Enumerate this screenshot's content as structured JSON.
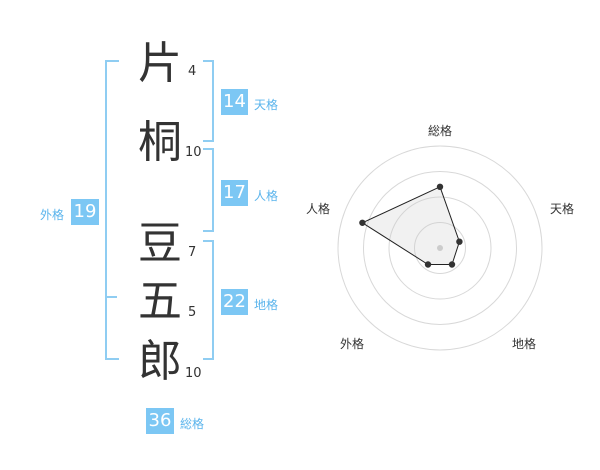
{
  "name_chars": [
    {
      "char": "片",
      "strokes": "4"
    },
    {
      "char": "桐",
      "strokes": "10"
    },
    {
      "char": "豆",
      "strokes": "7"
    },
    {
      "char": "五",
      "strokes": "5"
    },
    {
      "char": "郎",
      "strokes": "10"
    }
  ],
  "kakusu": {
    "tenkaku": {
      "value": "14",
      "label": "天格"
    },
    "jinkaku": {
      "value": "17",
      "label": "人格"
    },
    "chikaku": {
      "value": "22",
      "label": "地格"
    },
    "gaikaku": {
      "value": "19",
      "label": "外格"
    },
    "soukaku": {
      "value": "36",
      "label": "総格"
    }
  },
  "colors": {
    "accent": "#7cc7f4",
    "bracket": "#8fcdf2",
    "text": "#333333",
    "label": "#5ab4ec"
  },
  "chart_data": {
    "type": "radar",
    "axes": [
      "総格",
      "天格",
      "地格",
      "外格",
      "人格"
    ],
    "values": [
      3,
      1,
      1,
      1,
      4
    ],
    "max": 5,
    "rings": 4
  }
}
